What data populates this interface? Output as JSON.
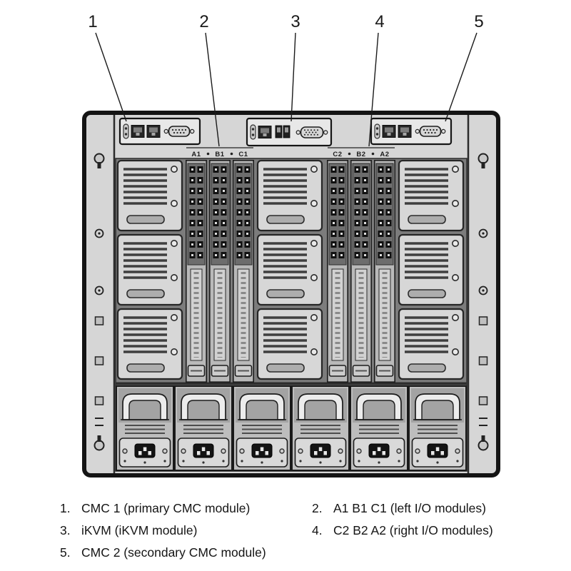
{
  "figure": {
    "callouts": [
      "1",
      "2",
      "3",
      "4",
      "5"
    ],
    "io_labels": {
      "left": [
        "A1",
        "B1",
        "C1"
      ],
      "right": [
        "C2",
        "B2",
        "A2"
      ]
    },
    "legend": [
      {
        "num": "1.",
        "text": "CMC 1 (primary CMC module)"
      },
      {
        "num": "2.",
        "text": "A1 B1 C1 (left I/O modules)"
      },
      {
        "num": "3.",
        "text": "iKVM (iKVM module)"
      },
      {
        "num": "4.",
        "text": "C2 B2 A2 (right I/O modules)"
      },
      {
        "num": "5.",
        "text": "CMC 2 (secondary CMC module)"
      }
    ],
    "colors": {
      "outline": "#1a1a1a",
      "chassis": "#d6d6d6",
      "interior": "#7c7c7c",
      "module_face": "#e8e8e8",
      "port_dark": "#202020"
    }
  }
}
